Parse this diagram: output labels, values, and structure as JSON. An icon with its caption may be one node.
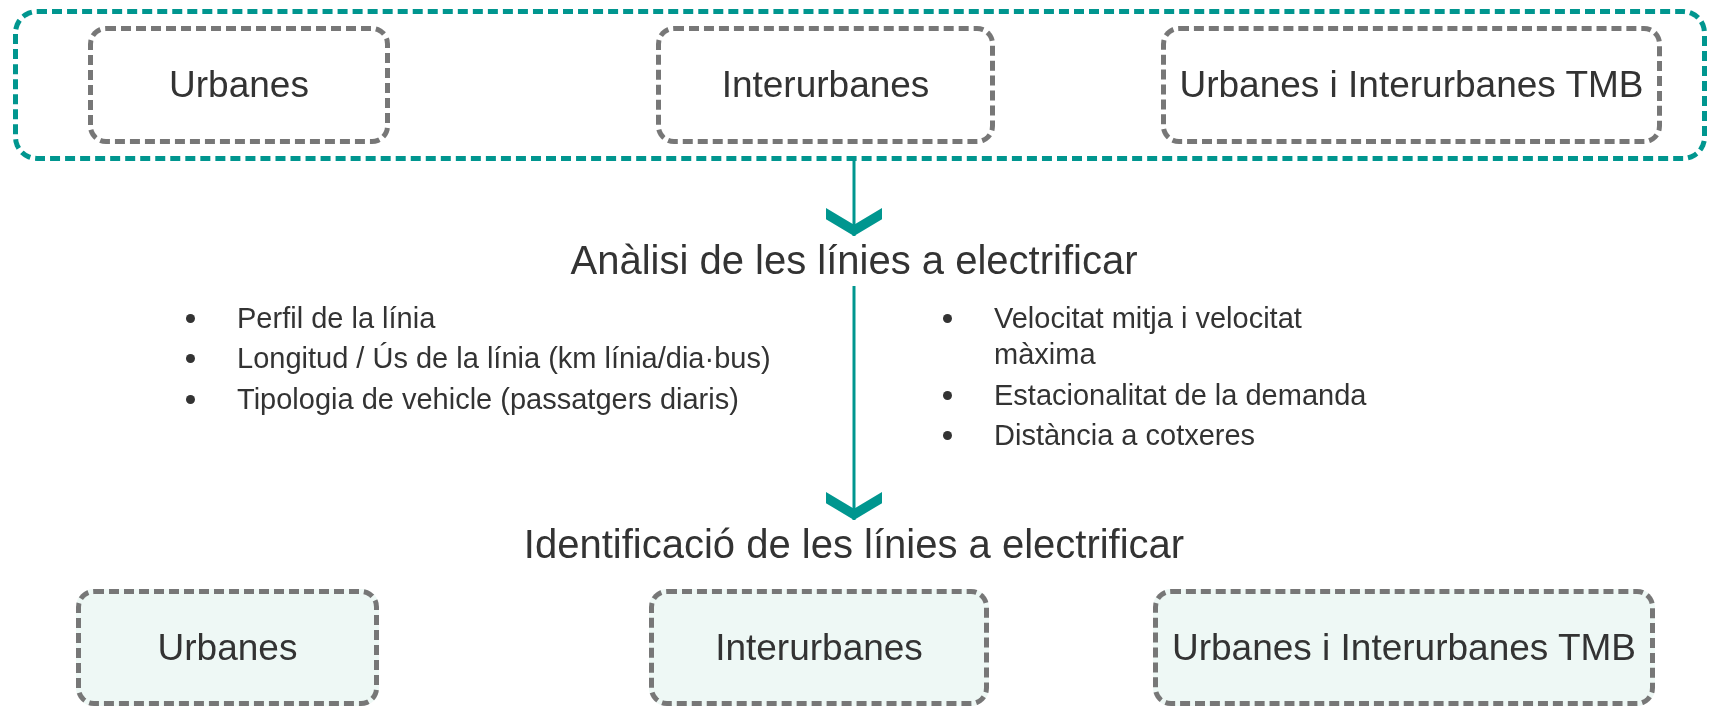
{
  "diagram": {
    "nodes": [
      {
        "text": [],
        "shape": "box"
      },
      {
        "text": [
          "Urbanes"
        ],
        "in": 0
      },
      {
        "text": [
          "Interurbanes"
        ],
        "in": 0
      },
      {
        "text": [
          "Urbanes i Interurbanes TMB"
        ],
        "in": 0
      },
      {
        "text": [
          "Anàlisi de les línies a electrificar"
        ]
      },
      {
        "text": [
          "Identificació de les línies a electrificar"
        ]
      },
      {
        "text": [
          "Urbanes"
        ]
      },
      {
        "text": [
          "Interurbanes"
        ]
      },
      {
        "text": [
          "Urbanes i Interurbanes TMB"
        ]
      }
    ],
    "edges": [
      {
        "from": 0,
        "to": 4,
        "arrow": "to"
      },
      {
        "from": 4,
        "to": 5,
        "arrow": "to"
      }
    ],
    "labels": [
      "Perfil de la línia",
      "Longitud / Ús de la línia (km línia/dia·bus)",
      "Tipologia de vehicle (passatgers diaris)",
      "Velocitat mitja i velocitat màxima",
      "Estacionalitat de la demanda",
      "Distància a cotxeres"
    ]
  }
}
